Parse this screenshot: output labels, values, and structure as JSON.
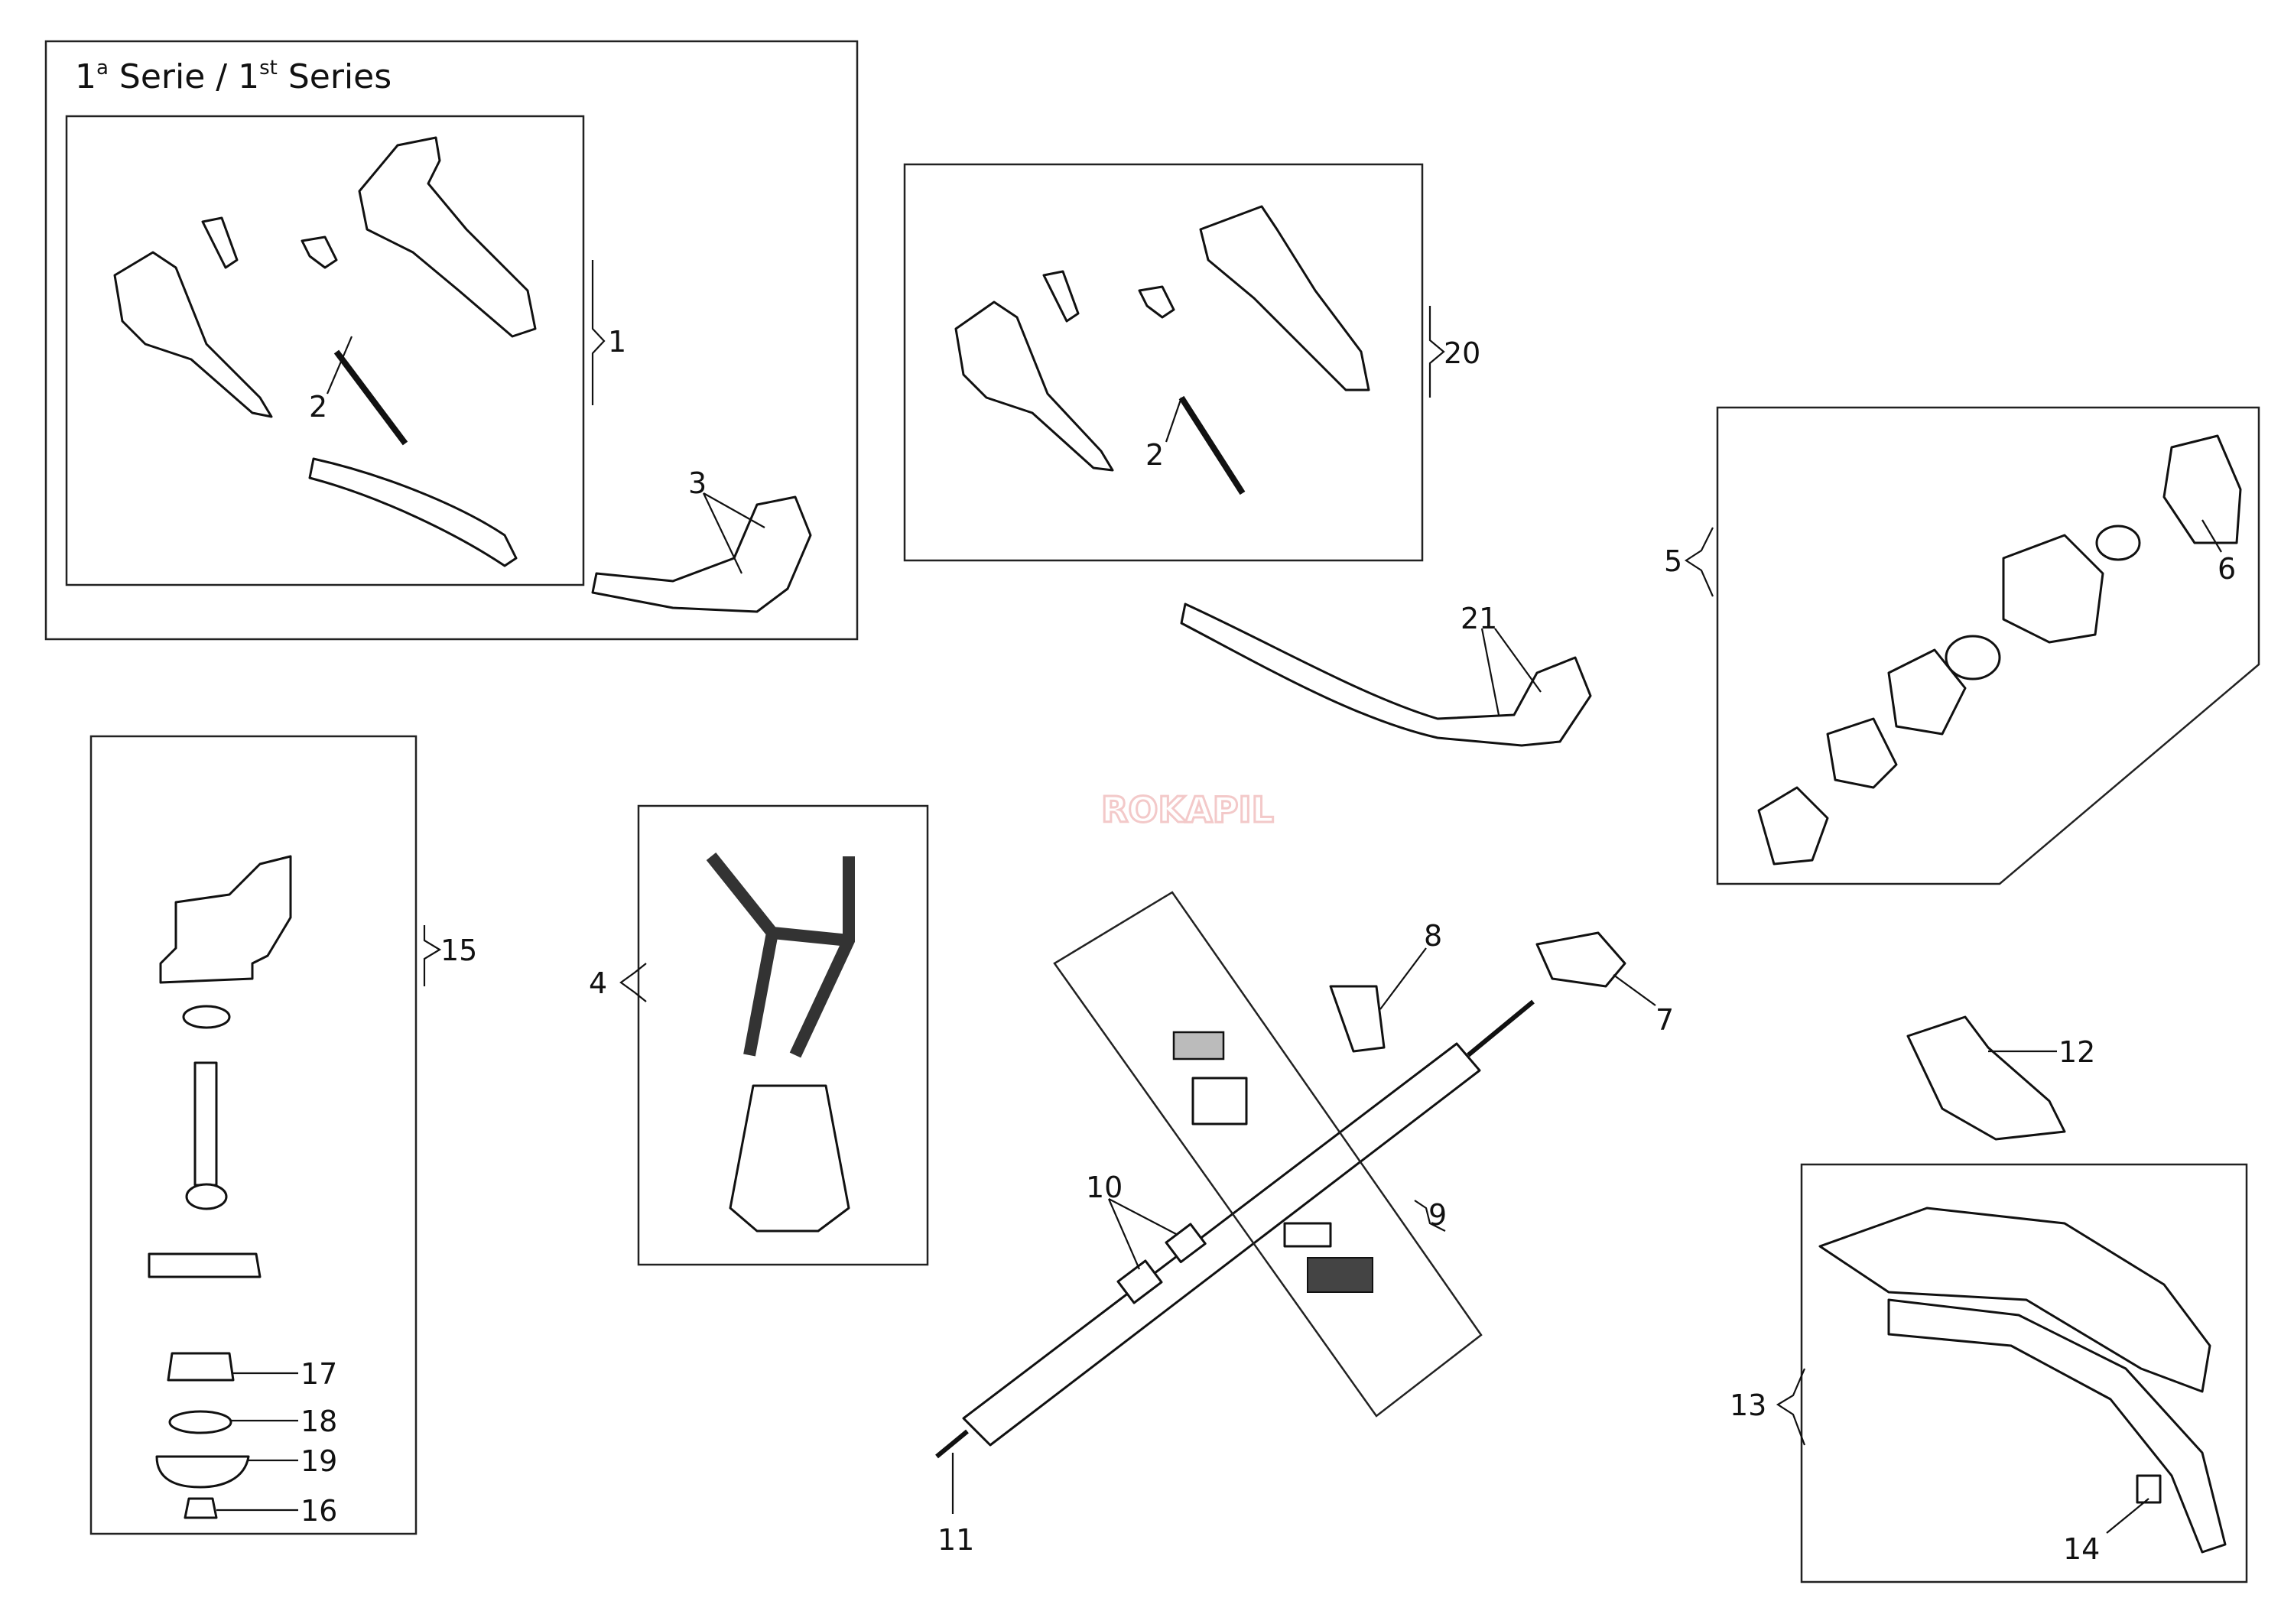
{
  "title": {
    "prefix1": "1",
    "sup1": "a",
    "mid": " Serie / 1",
    "sup2": "st",
    "suffix": " Series"
  },
  "watermark": "ROKAPIL",
  "callouts": {
    "c1": "1",
    "c2a": "2",
    "c2b": "2",
    "c3": "3",
    "c4": "4",
    "c5": "5",
    "c6": "6",
    "c7": "7",
    "c8": "8",
    "c9": "9",
    "c10": "10",
    "c11": "11",
    "c12": "12",
    "c13": "13",
    "c14": "14",
    "c15": "15",
    "c16": "16",
    "c17": "17",
    "c18": "18",
    "c19": "19",
    "c20": "20",
    "c21": "21"
  }
}
